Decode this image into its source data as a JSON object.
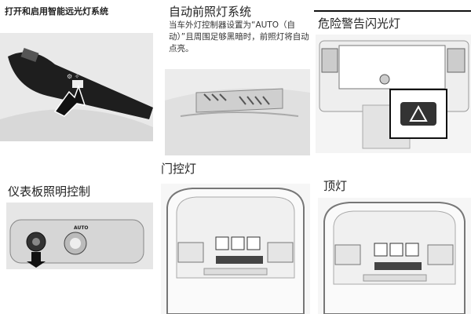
{
  "sections": [
    {
      "title": "打开和启用智能远光灯系统"
    },
    {
      "title": "自动前照灯系统",
      "body": "当车外灯控制器设置为“AUTO（自动）”且周围足够黑暗时，前照灯将自动点亮。"
    },
    {
      "title": "危险警告闪光灯"
    },
    {
      "title": "仪表板照明控制",
      "knob_label": "AUTO"
    },
    {
      "title": "门控灯"
    },
    {
      "title": "顶灯"
    }
  ]
}
